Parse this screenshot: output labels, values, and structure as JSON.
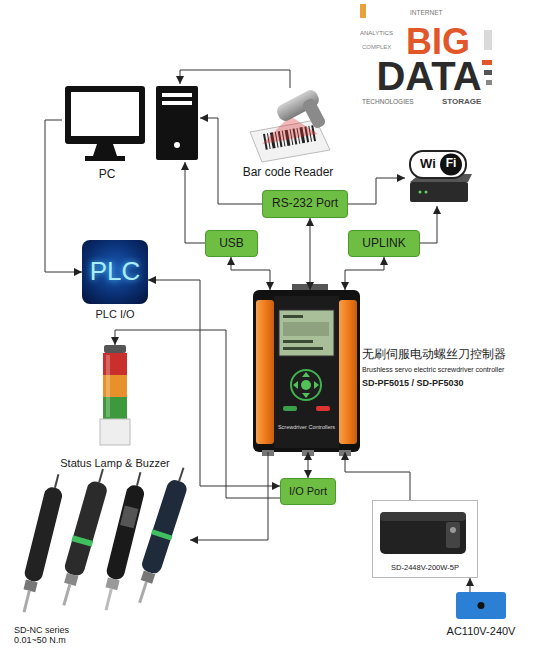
{
  "diagram": {
    "nodes": [
      {
        "text": [
          "PC"
        ]
      },
      {
        "text": [
          "Bar code Reader"
        ]
      },
      {
        "text": [
          "BIG",
          "DATA"
        ]
      },
      {
        "text": [
          "Wi",
          "Fi"
        ]
      },
      {
        "text": [
          "RS-232 Port"
        ]
      },
      {
        "text": [
          "USB"
        ]
      },
      {
        "text": [
          "UPLINK"
        ]
      },
      {
        "text": [
          "PLC",
          "PLC I/O"
        ]
      },
      {
        "text": [
          "无刷伺服电动螺丝刀控制器",
          "Brushless servo electric screwdriver controller",
          "SD-PF5015 / SD-PF5030",
          "Screwdriver Controllers"
        ]
      },
      {
        "text": [
          "Status Lamp & Buzzer"
        ]
      },
      {
        "text": [
          "I/O Port"
        ]
      },
      {
        "text": [
          "SD-NC series 0.01~50 N.m"
        ]
      },
      {
        "text": [
          "SD-2448V-200W-5P"
        ]
      },
      {
        "text": [
          "AC110V-240V"
        ]
      }
    ],
    "edges": [
      {
        "from": 1,
        "to": 0,
        "arrow": "to"
      },
      {
        "from": 4,
        "to": 0,
        "arrow": "to"
      },
      {
        "from": 4,
        "to": 3,
        "arrow": "to"
      },
      {
        "from": 8,
        "to": 4,
        "arrow": "both"
      },
      {
        "from": 5,
        "to": 0,
        "arrow": "to"
      },
      {
        "from": 8,
        "to": 5,
        "arrow": "both"
      },
      {
        "from": 8,
        "to": 6,
        "arrow": "both"
      },
      {
        "from": 6,
        "to": 3,
        "arrow": "to"
      },
      {
        "from": 0,
        "to": 7,
        "arrow": "to"
      },
      {
        "from": 10,
        "to": 7,
        "arrow": "both"
      },
      {
        "from": 10,
        "to": 9,
        "arrow": "to"
      },
      {
        "from": 8,
        "to": 11,
        "arrow": "to"
      },
      {
        "from": 8,
        "to": 10,
        "arrow": "both"
      },
      {
        "from": 12,
        "to": 8,
        "arrow": "to"
      },
      {
        "from": 13,
        "to": 12,
        "arrow": "to"
      }
    ],
    "labels": [
      "ANALYTICS",
      "TECHNOLOGIES",
      "STORAGE",
      "INTERNET",
      "COMPLEX"
    ]
  }
}
